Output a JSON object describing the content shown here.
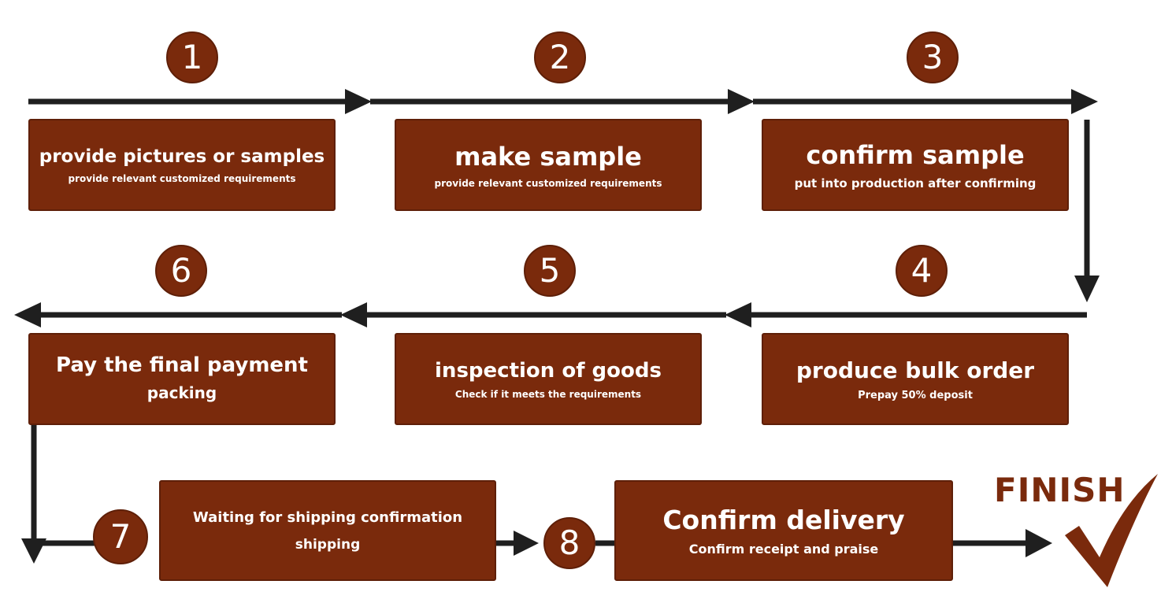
{
  "steps": [
    {
      "number": "1",
      "title": "provide pictures or samples",
      "subtitle": "provide relevant customized requirements"
    },
    {
      "number": "2",
      "title": "make sample",
      "subtitle": "provide relevant customized requirements"
    },
    {
      "number": "3",
      "title": "confirm sample",
      "subtitle": "put into production after confirming"
    },
    {
      "number": "4",
      "title": "produce bulk order",
      "subtitle": "Prepay 50% deposit"
    },
    {
      "number": "5",
      "title": "inspection of goods",
      "subtitle": "Check if it meets the requirements"
    },
    {
      "number": "6",
      "title": "Pay the final payment",
      "subtitle": "packing"
    },
    {
      "number": "7",
      "title": "Waiting for shipping confirmation",
      "subtitle": "shipping"
    },
    {
      "number": "8",
      "title": "Confirm delivery",
      "subtitle": "Confirm receipt and praise"
    }
  ],
  "finish": {
    "label": "FINISH",
    "icon": "checkmark-icon"
  },
  "colors": {
    "box": "#7a2a0c",
    "arrow": "#1f1f1f",
    "text": "#ffffff"
  }
}
